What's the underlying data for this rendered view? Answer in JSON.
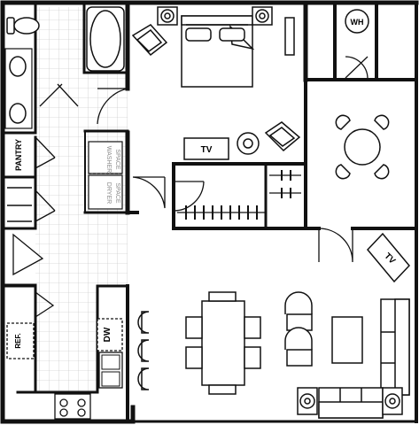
{
  "labels": {
    "water_heater": "WH",
    "pantry": "PANTRY",
    "washer": "WASHER",
    "dryer": "DRYER",
    "space_1": "SPACE",
    "space_2": "SPACE",
    "tv_bedroom": "TV",
    "tv_living": "TV",
    "dishwasher": "DW",
    "refrigerator": "REF."
  }
}
